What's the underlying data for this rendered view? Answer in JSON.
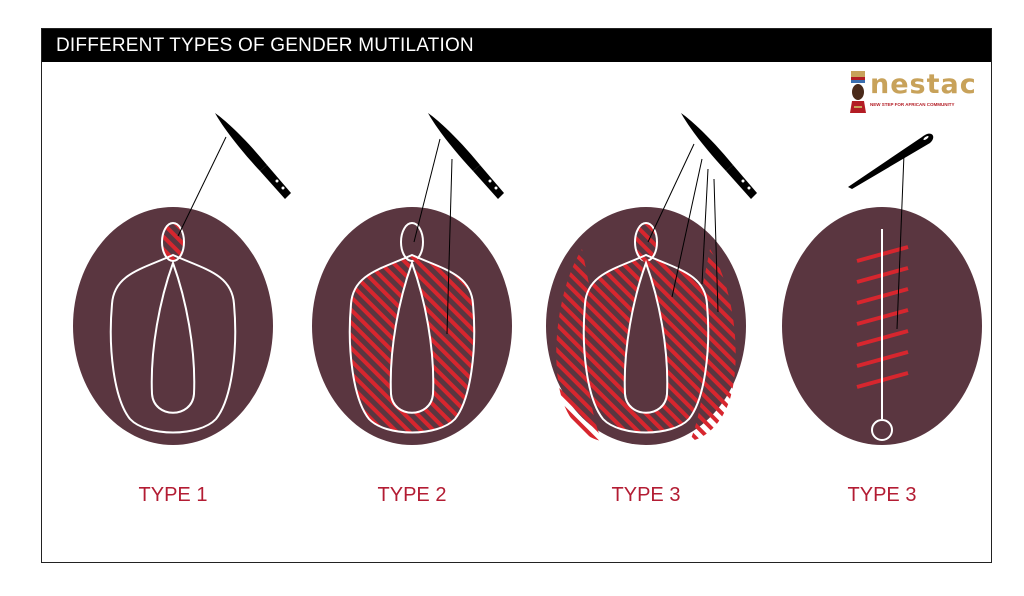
{
  "title": "DIFFERENT TYPES OF GENDER MUTILATION",
  "logo": {
    "word": "nestac",
    "tagline": "NEW STEP FOR AFRICAN COMMUNITY"
  },
  "panels": [
    {
      "label": "TYPE 1",
      "tool_icon": "knife-icon"
    },
    {
      "label": "TYPE 2",
      "tool_icon": "knife-icon"
    },
    {
      "label": "TYPE 3",
      "tool_icon": "knife-icon"
    },
    {
      "label": "TYPE 3",
      "tool_icon": "needle-icon"
    }
  ],
  "colors": {
    "oval": "#5a3640",
    "hatch": "#d7262e",
    "outline": "#ffffff",
    "label": "#b31c33",
    "title_bg": "#000000"
  }
}
